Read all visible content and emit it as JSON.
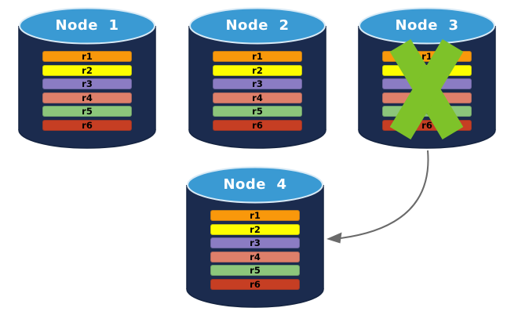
{
  "diagram": {
    "description": "Replicated database nodes; failed node re-replicated to new node",
    "colors": {
      "cylinder_body": "#1B2B4E",
      "cylinder_outline": "#152441",
      "cylinder_top": "#3A9AD3",
      "cylinder_top_border": "#D8EAF6",
      "x_mark": "#7EC229",
      "arrow": "#6A6A6A",
      "row_text": "#000000",
      "title_text": "#FFFFFF"
    },
    "nodes": [
      {
        "label": "Node  1",
        "failed": false,
        "rows": [
          {
            "label": "r1",
            "color": "#F9980B"
          },
          {
            "label": "r2",
            "color": "#FEFE00"
          },
          {
            "label": "r3",
            "color": "#8B7CC3"
          },
          {
            "label": "r4",
            "color": "#DE7F6A"
          },
          {
            "label": "r5",
            "color": "#8CC67B"
          },
          {
            "label": "r6",
            "color": "#C63E23"
          }
        ]
      },
      {
        "label": "Node  2",
        "failed": false,
        "rows": [
          {
            "label": "r1",
            "color": "#F9980B"
          },
          {
            "label": "r2",
            "color": "#FEFE00"
          },
          {
            "label": "r3",
            "color": "#8B7CC3"
          },
          {
            "label": "r4",
            "color": "#DE7F6A"
          },
          {
            "label": "r5",
            "color": "#8CC67B"
          },
          {
            "label": "r6",
            "color": "#C63E23"
          }
        ]
      },
      {
        "label": "Node  3",
        "failed": true,
        "rows": [
          {
            "label": "r1",
            "color": "#F9980B"
          },
          {
            "label": "r2",
            "color": "#FEFE00"
          },
          {
            "label": "r3",
            "color": "#8B7CC3"
          },
          {
            "label": "r4",
            "color": "#DE7F6A"
          },
          {
            "label": "r5",
            "color": "#8CC67B"
          },
          {
            "label": "r6",
            "color": "#C63E23"
          }
        ]
      },
      {
        "label": "Node  4",
        "failed": false,
        "rows": [
          {
            "label": "r1",
            "color": "#F9980B"
          },
          {
            "label": "r2",
            "color": "#FEFE00"
          },
          {
            "label": "r3",
            "color": "#8B7CC3"
          },
          {
            "label": "r4",
            "color": "#DE7F6A"
          },
          {
            "label": "r5",
            "color": "#8CC67B"
          },
          {
            "label": "r6",
            "color": "#C63E23"
          }
        ]
      }
    ],
    "arrow": {
      "from": "Node 3",
      "to": "Node 4"
    }
  }
}
